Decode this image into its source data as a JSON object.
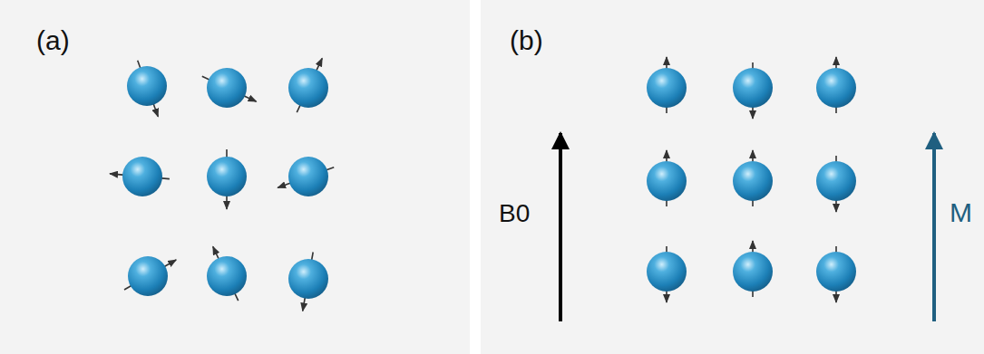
{
  "diagram": {
    "labels": [
      "(a)",
      "(b)",
      "B0",
      "M"
    ]
  }
}
